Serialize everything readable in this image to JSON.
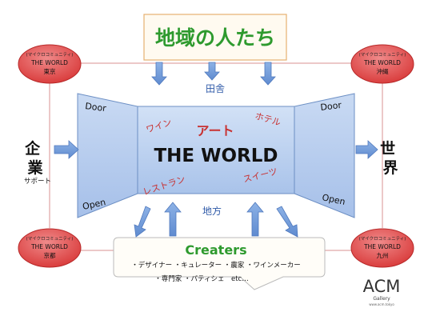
{
  "top_box": {
    "title": "地域の人たち"
  },
  "center": {
    "inaka": "田舎",
    "chiho": "地方",
    "art": "アート",
    "world": "THE WORLD",
    "wine": "ワイン",
    "hotel": "ホテル",
    "restaurant": "レストラン",
    "sweets": "スイーツ"
  },
  "doors": {
    "left_top": "Door",
    "left_bottom": "Open",
    "right_top": "Door",
    "right_bottom": "Open"
  },
  "left_side": {
    "kigyo": "企業",
    "support": "サポート"
  },
  "right_side": {
    "sekai": "世界"
  },
  "communities": [
    {
      "sub": "(マイクロコミュニティ)",
      "name": "THE WORLD",
      "place": "東京"
    },
    {
      "sub": "(マイクロコミュニティ)",
      "name": "THE WORLD",
      "place": "沖縄"
    },
    {
      "sub": "(マイクロコミュニティ)",
      "name": "THE WORLD",
      "place": "京都"
    },
    {
      "sub": "(マイクロコミュニティ)",
      "name": "THE WORLD",
      "place": "九州"
    }
  ],
  "creators": {
    "title": "Creaters",
    "line1": "・デザイナー ・キュレーター ・農家 ・ワインメーカー",
    "line2": "・専門家 ・パティシェ　etc…"
  },
  "logo": {
    "main": "ACM",
    "sub": "Gallery",
    "url": "www.acm.tokyo"
  },
  "colors": {
    "green": "#2e9a2e",
    "red_text": "#c83232",
    "blue_fill": "#b5cdee",
    "blue_stroke": "#6c8fc4",
    "arrow": "#6f9ad8",
    "circle": "#e04848"
  }
}
